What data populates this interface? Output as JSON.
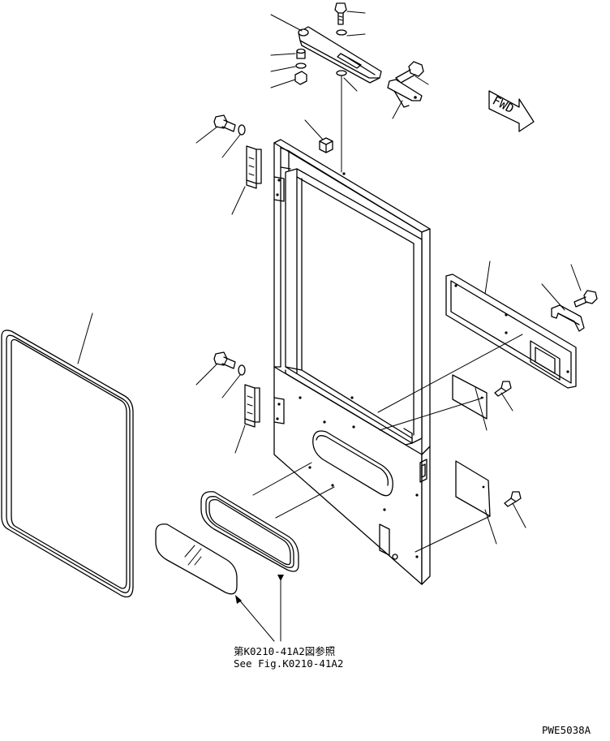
{
  "figure_id": "PWE5038A",
  "direction_label": "FWD",
  "reference_note": {
    "line_jp": "第K0210-41A2図参照",
    "line_en": "See Fig.K0210-41A2"
  }
}
